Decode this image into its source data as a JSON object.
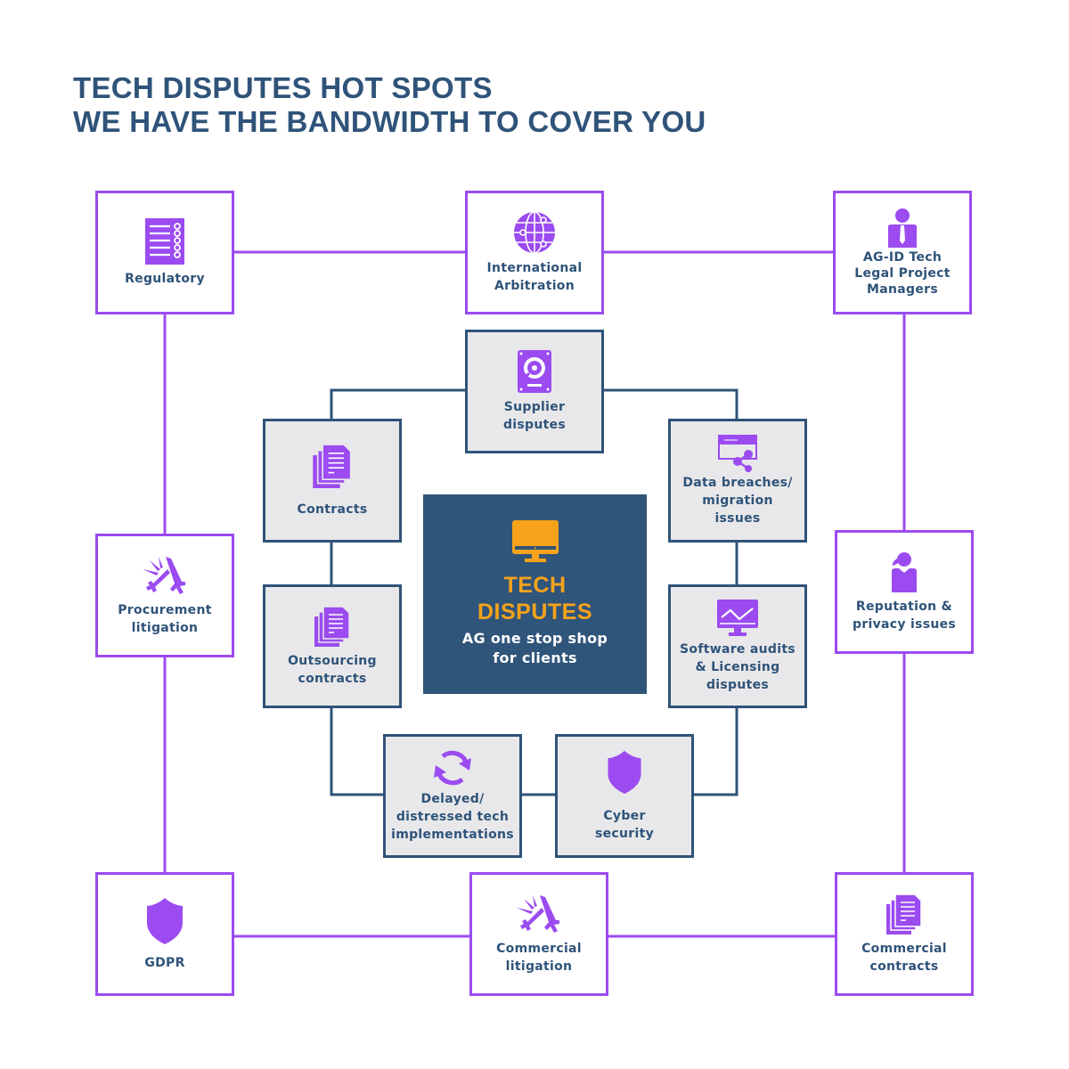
{
  "header": {
    "line1": "TECH DISPUTES HOT SPOTS",
    "line2": "WE HAVE THE BANDWIDTH TO COVER YOU"
  },
  "colors": {
    "outer_border": "#9b4bf0",
    "inner_border": "#2f5379",
    "icon": "#9b4bf0",
    "text": "#2f5379",
    "center_bg": "#30557a",
    "center_accent": "#f7a21b",
    "inner_bg": "#e8e8ea"
  },
  "center": {
    "icon": "monitor-icon",
    "title": "TECH\nDISPUTES",
    "subtitle": "AG one stop shop\nfor clients"
  },
  "outer_ring": [
    {
      "id": "regulatory",
      "label": "Regulatory",
      "icon": "checklist-icon"
    },
    {
      "id": "international-arbitration",
      "label": "International\nArbitration",
      "icon": "globe-icon"
    },
    {
      "id": "ag-id-tech",
      "label": "AG-ID Tech\nLegal Project\nManagers",
      "icon": "businessman-icon"
    },
    {
      "id": "procurement-litigation",
      "label": "Procurement\nlitigation",
      "icon": "swords-icon"
    },
    {
      "id": "reputation-privacy",
      "label": "Reputation &\nprivacy issues",
      "icon": "woman-icon"
    },
    {
      "id": "gdpr",
      "label": "GDPR",
      "icon": "shield-icon"
    },
    {
      "id": "commercial-litigation",
      "label": "Commercial\nlitigation",
      "icon": "swords-icon"
    },
    {
      "id": "commercial-contracts",
      "label": "Commercial\ncontracts",
      "icon": "documents-icon"
    }
  ],
  "inner_ring": [
    {
      "id": "supplier-disputes",
      "label": "Supplier\ndisputes",
      "icon": "hard-drive-icon"
    },
    {
      "id": "contracts",
      "label": "Contracts",
      "icon": "documents-icon"
    },
    {
      "id": "data-breaches",
      "label": "Data breaches/\nmigration\nissues",
      "icon": "browser-share-icon"
    },
    {
      "id": "outsourcing-contracts",
      "label": "Outsourcing\ncontracts",
      "icon": "documents-icon"
    },
    {
      "id": "software-audits",
      "label": "Software audits\n& Licensing\ndisputes",
      "icon": "monitor-chart-icon"
    },
    {
      "id": "delayed-implementations",
      "label": "Delayed/\ndistressed tech\nimplementations",
      "icon": "refresh-icon"
    },
    {
      "id": "cyber-security",
      "label": "Cyber\nsecurity",
      "icon": "shield-icon"
    }
  ]
}
